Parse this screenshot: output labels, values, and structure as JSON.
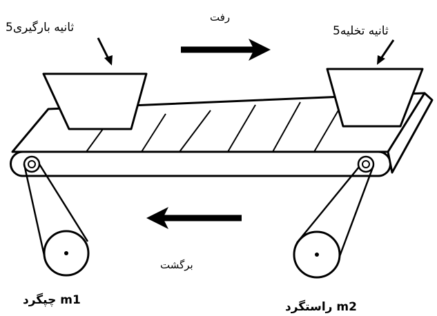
{
  "labels": {
    "forward": "رفت",
    "backward": "برگشت",
    "load": "5ثانیه بارگیری",
    "unload": "5ثانیه تخلیه",
    "motor_left": "چپگرد m1",
    "motor_right": "راستگرد m2"
  },
  "colors": {
    "ink": "#000000",
    "paper": "#ffffff"
  }
}
